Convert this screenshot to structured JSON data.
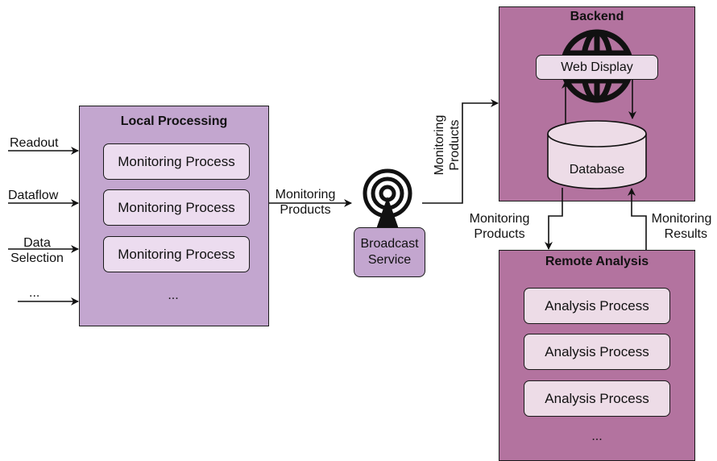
{
  "inputs": {
    "readout": "Readout",
    "dataflow": "Dataflow",
    "data_selection_1": "Data",
    "data_selection_2": "Selection",
    "more": "..."
  },
  "local": {
    "title": "Local Processing",
    "processes": [
      "Monitoring Process",
      "Monitoring Process",
      "Monitoring Process"
    ],
    "more": "..."
  },
  "edge_local_broadcast": {
    "line1": "Monitoring",
    "line2": "Products"
  },
  "broadcast": {
    "line1": "Broadcast",
    "line2": "Service"
  },
  "edge_broadcast_backend": {
    "line1": "Monitoring",
    "line2": "Products"
  },
  "backend": {
    "title": "Backend",
    "web_display": "Web Display",
    "database": "Database"
  },
  "edge_backend_remote": {
    "line1": "Monitoring",
    "line2": "Products"
  },
  "edge_remote_backend": {
    "line1": "Monitoring",
    "line2": "Results"
  },
  "remote": {
    "title": "Remote Analysis",
    "processes": [
      "Analysis Process",
      "Analysis Process",
      "Analysis Process"
    ],
    "more": "..."
  }
}
